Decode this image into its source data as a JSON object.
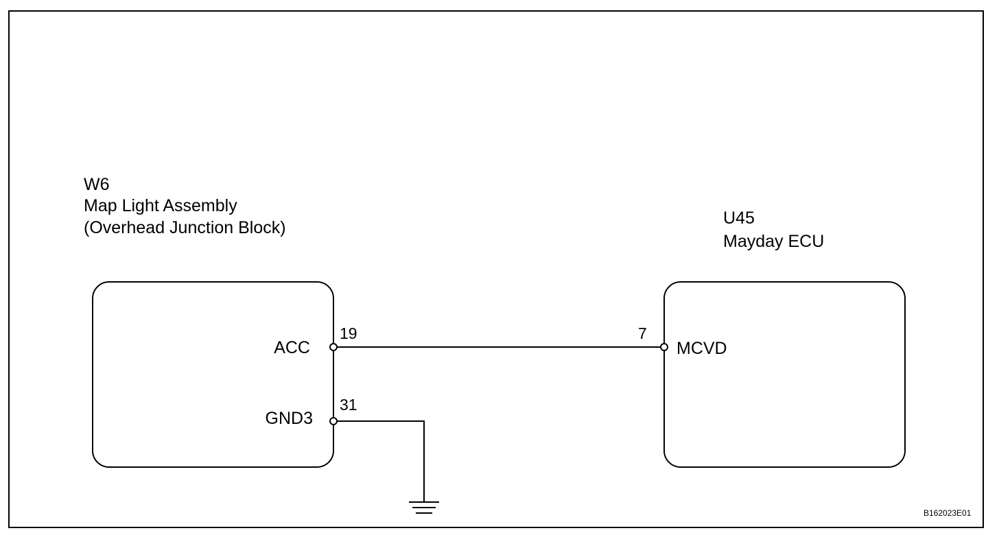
{
  "left_component": {
    "code": "W6",
    "name": "Map Light Assembly",
    "subname": "(Overhead Junction Block)",
    "pins": [
      {
        "name": "ACC",
        "number": "19"
      },
      {
        "name": "GND3",
        "number": "31"
      }
    ]
  },
  "right_component": {
    "code": "U45",
    "name": "Mayday ECU",
    "pins": [
      {
        "name": "MCVD",
        "number": "7"
      }
    ]
  },
  "figure_code": "B162023E01",
  "colors": {
    "line": "#000000",
    "background": "#ffffff"
  }
}
